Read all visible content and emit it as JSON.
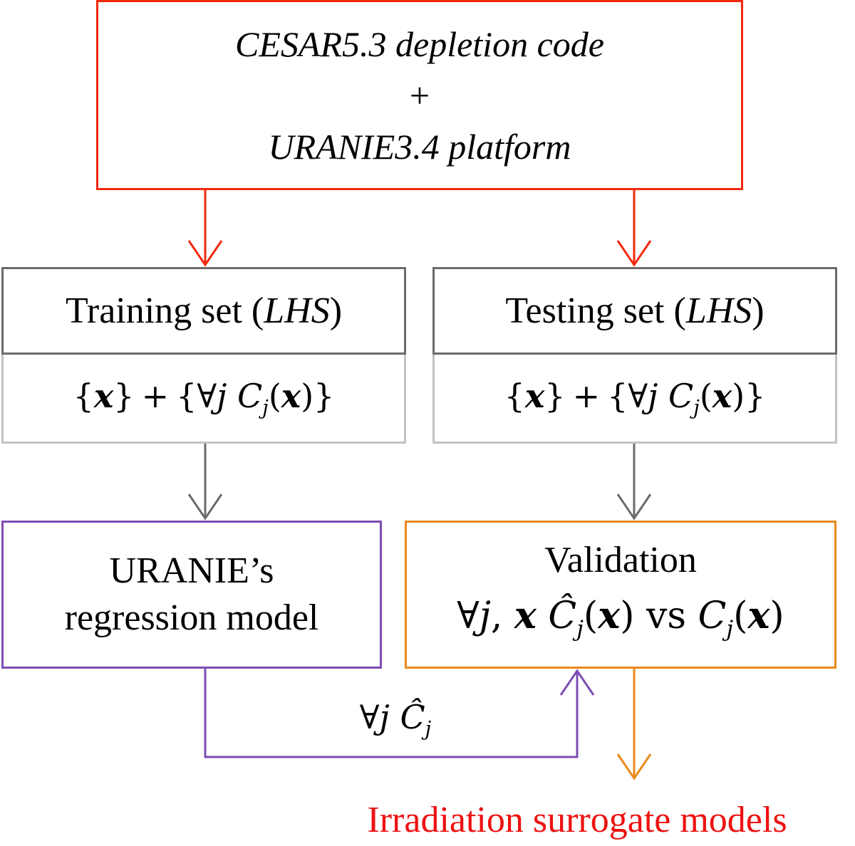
{
  "source_box": {
    "line1": "CESAR5.3 depletion code",
    "line2": "+",
    "line3": "URANIE3.4 platform",
    "color": "#f2290f"
  },
  "training_set": {
    "title_prefix": "Training set (",
    "title_italic": "LHS",
    "title_suffix": ")",
    "content": {
      "x_set": "{x}",
      "plus": "+",
      "c_set_open": "{∀j C",
      "c_sub": "j",
      "c_set_close": "(x)}"
    }
  },
  "testing_set": {
    "title_prefix": "Testing set (",
    "title_italic": "LHS",
    "title_suffix": ")",
    "content": {
      "x_set": "{x}",
      "plus": "+",
      "c_set_open": "{∀j C",
      "c_sub": "j",
      "c_set_close": "(x)}"
    }
  },
  "regression_model": {
    "line1": "URANIE’s",
    "line2": "regression model",
    "color": "#7d4db3"
  },
  "validation": {
    "title": "Validation",
    "forall": "∀",
    "j": "j",
    "comma": ",",
    "x": "x",
    "c_hat": "Ĉ",
    "sub": "j",
    "arg": "(x)",
    "vs": "vs",
    "c": "C",
    "color": "#e9891b"
  },
  "connector_label": {
    "forall": "∀",
    "j": "j",
    "c_hat": "Ĉ",
    "sub": "j"
  },
  "output_label": "Irradiation surrogate models",
  "colors": {
    "red": "#f2290f",
    "gray": "#6b6b6b",
    "purple": "#7d4db3",
    "orange": "#e9891b",
    "output_red": "#ee1111"
  }
}
